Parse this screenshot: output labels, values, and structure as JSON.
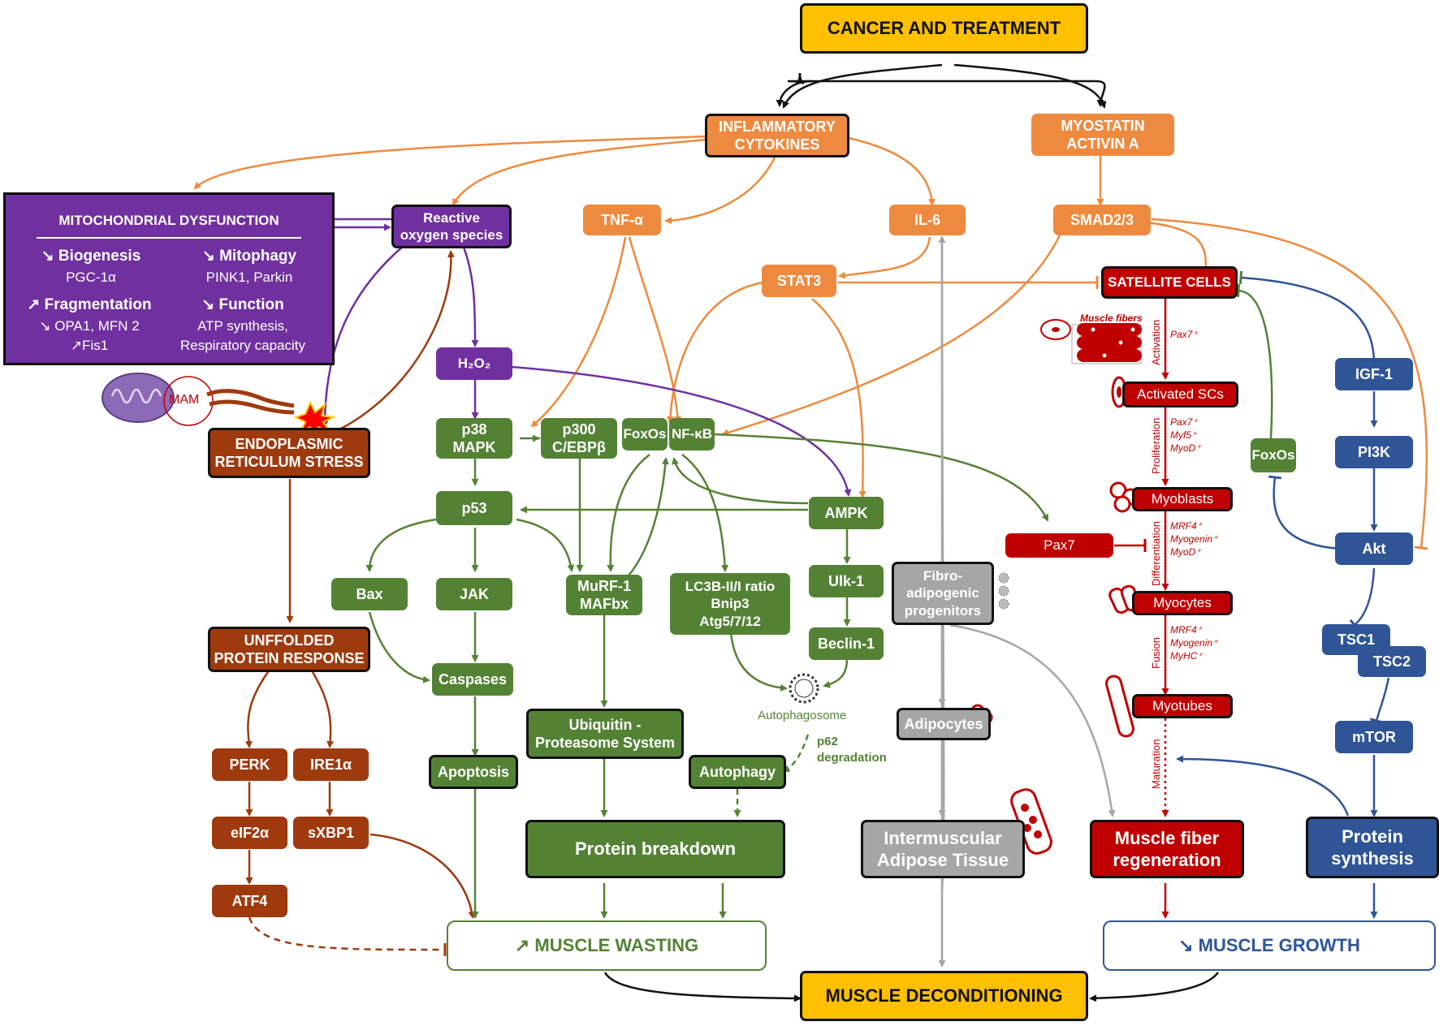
{
  "top": {
    "cancer": "CANCER AND TREATMENT"
  },
  "orange": {
    "inflam": "INFLAMMATORY\nCYTOKINES",
    "myostatin": "MYOSTATIN\nACTIVIN A",
    "tnf": "TNF-α",
    "il6": "IL-6",
    "smad": "SMAD2/3",
    "stat3": "STAT3"
  },
  "mito": {
    "title": "MITOCHONDRIAL DYSFUNCTION",
    "biogenesis_h": "↘ Biogenesis",
    "biogenesis_v": "PGC-1α",
    "mitophagy_h": "↘ Mitophagy",
    "mitophagy_v": "PINK1, Parkin",
    "frag_h": "↗ Fragmentation",
    "frag_v1": "↘ OPA1, MFN 2",
    "frag_v2": "↗Fis1",
    "function_h": "↘ Function",
    "function_v1": "ATP synthesis,",
    "function_v2": "Respiratory capacity",
    "mam": "MAM"
  },
  "purple": {
    "ros": "Reactive\noxygen species",
    "h2o2": "H₂O₂"
  },
  "er": {
    "er_stress": "ENDOPLASMIC\nRETICULUM STRESS",
    "upr": "UNFFOLDED\nPROTEIN RESPONSE",
    "perk": "PERK",
    "ire1": "IRE1α",
    "eif2": "eIF2α",
    "sxbp1": "sXBP1",
    "atf4": "ATF4"
  },
  "green": {
    "p38": "p38\nMAPK",
    "p300": "p300\nC/EBPβ",
    "foxos": "FoxOs",
    "nfkb": "NF-κB",
    "p53": "p53",
    "ampk": "AMPK",
    "bax": "Bax",
    "jak": "JAK",
    "murf": "MuRF-1\nMAFbx",
    "lc3": "LC3B-II/I ratio\nBnip3\nAtg5/7/12",
    "ulk1": "Ulk-1",
    "beclin": "Beclin-1",
    "caspases": "Caspases",
    "apoptosis": "Apoptosis",
    "ups": "Ubiquitin -\nProteasome System",
    "autophagy": "Autophagy",
    "breakdown": "Protein breakdown",
    "autophagosome": "Autophagosome",
    "p62": "p62\ndegradation",
    "foxos_right": "FoxOs"
  },
  "grey": {
    "fap": "Fibro-\nadipogenic\nprogenitors",
    "adipocytes": "Adipocytes",
    "imat": "Intermuscular\nAdipose Tissue"
  },
  "red": {
    "satellite": "SATELLITE CELLS",
    "activated": "Activated SCs",
    "myoblasts": "Myoblasts",
    "myocytes": "Myocytes",
    "myotubes": "Myotubes",
    "pax7": "Pax7",
    "muscle_fibers": "Muscle fibers",
    "pax7_plus": "Pax7⁺",
    "prolif_markers": "Pax7⁺\nMyf5⁺\nMyoD⁺",
    "diff_markers": "MRF4⁺\nMyogenin⁺\nMyoD⁺",
    "fusion_markers": "MRF4⁺\nMyogenin⁺\nMyHC⁺",
    "activation": "Activation",
    "proliferation": "Proliferation",
    "differentiation": "Differentiation",
    "fusion": "Fusion",
    "maturation": "Maturation",
    "regeneration": "Muscle fiber\nregeneration"
  },
  "blue": {
    "igf1": "IGF-1",
    "pi3k": "PI3K",
    "akt": "Akt",
    "tsc1": "TSC1",
    "tsc2": "TSC2",
    "mtor": "mTOR",
    "synthesis": "Protein\nsynthesis"
  },
  "outcomes": {
    "wasting": "↗ MUSCLE WASTING",
    "growth": "↘ MUSCLE GROWTH",
    "deconditioning": "MUSCLE DECONDITIONING"
  },
  "colors": {
    "orange": "#EE8A3F",
    "green": "#548235",
    "brown": "#9E3A0E",
    "blue": "#2F5597",
    "red": "#C00000",
    "grey": "#A6A6A6",
    "purple": "#7030A0",
    "gold": "#FFC000"
  }
}
